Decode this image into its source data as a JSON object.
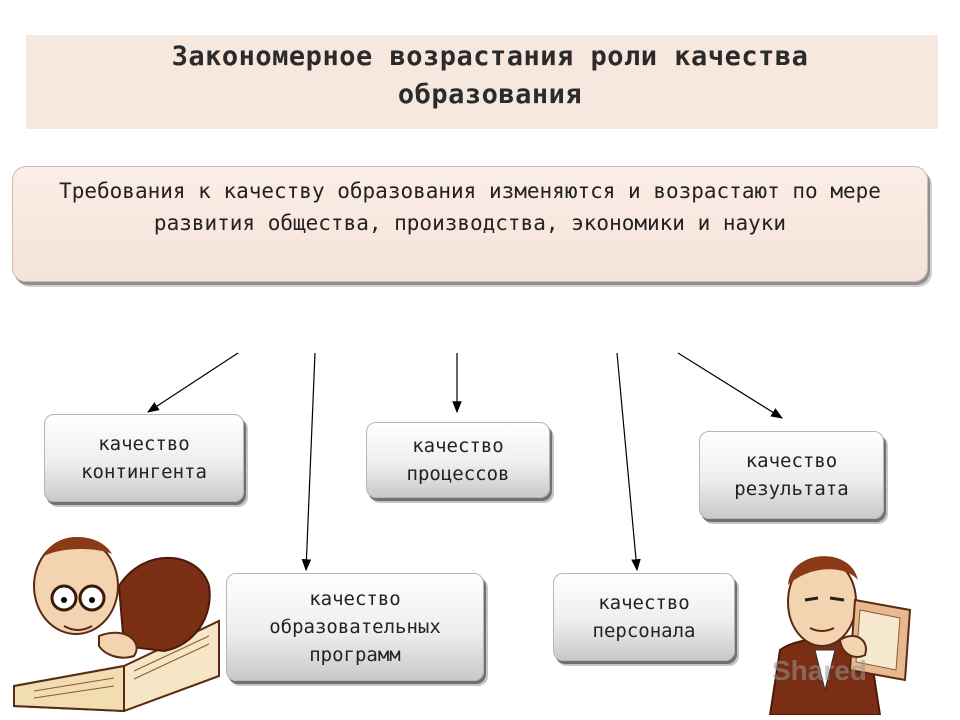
{
  "title": "Закономерное  возрастания роли качества\nобразования",
  "requirement": "Требования к качеству образования изменяются и возрастают по мере развития общества, производства, экономики и науки",
  "boxes": {
    "contingent": "качество\nконтингента",
    "processes": "качество\nпроцессов",
    "results": "качество\nрезультата",
    "programs": "качество\nобразовательных\nпрограмм",
    "personnel": "качество\nперсонала"
  },
  "watermark": "Shared",
  "colors": {
    "title_band": "#f6e8df",
    "requirement_box": "#f6e6dc",
    "arrow": "#000000"
  }
}
